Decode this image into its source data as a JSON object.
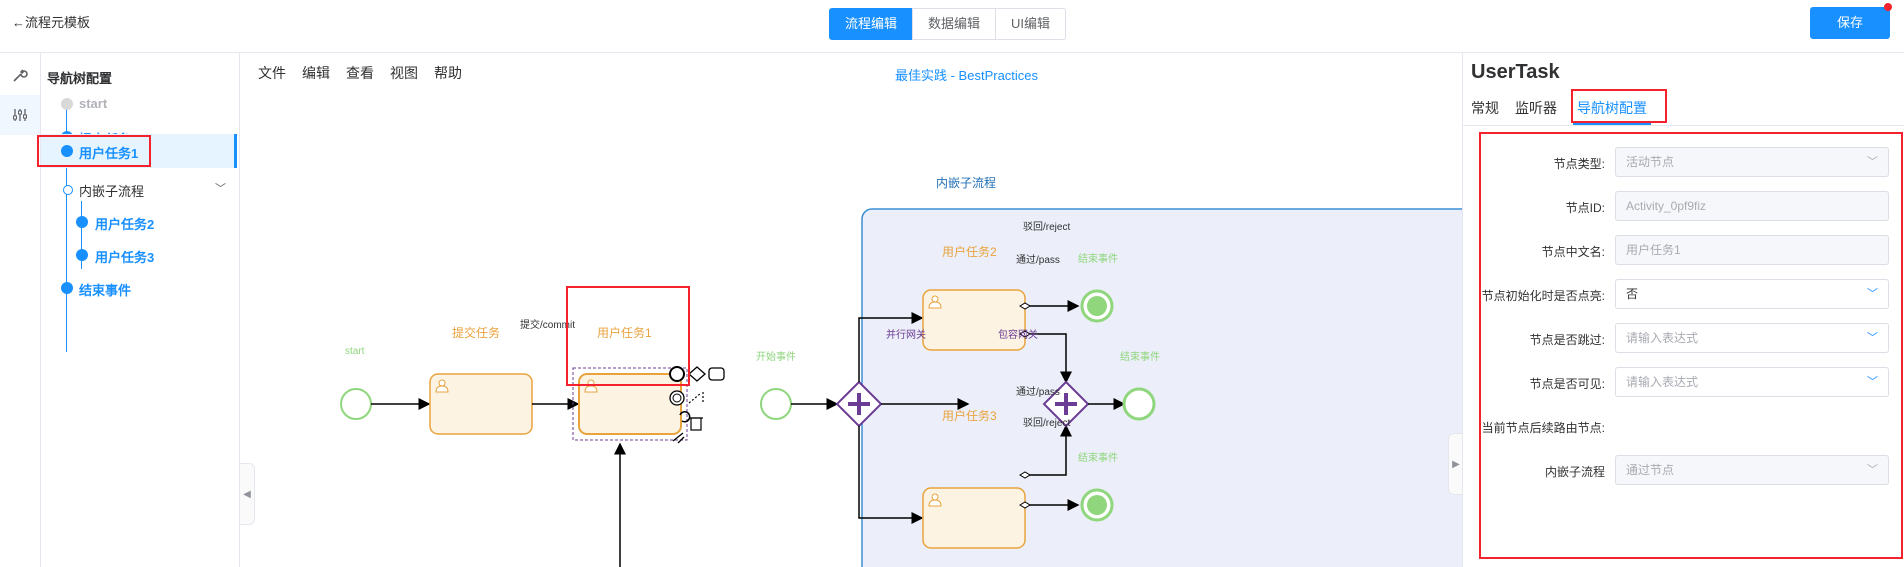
{
  "header": {
    "back_label": "←流程元模板",
    "modes": [
      "流程编辑",
      "数据编辑",
      "UI编辑"
    ],
    "save_label": "保存"
  },
  "tree": {
    "title": "导航树配置",
    "nodes": [
      {
        "label": "start",
        "state": "disabled"
      },
      {
        "label": "提交任务",
        "state": "normal"
      },
      {
        "label": "用户任务1",
        "state": "selected"
      },
      {
        "label": "内嵌子流程",
        "state": "group"
      },
      {
        "label": "用户任务2",
        "state": "child"
      },
      {
        "label": "用户任务3",
        "state": "child"
      },
      {
        "label": "结束事件",
        "state": "normal"
      }
    ]
  },
  "canvas": {
    "menu": [
      "文件",
      "编辑",
      "查看",
      "视图",
      "帮助"
    ],
    "best_practices": "最佳实践 - BestPractices",
    "subprocess_title": "内嵌子流程",
    "labels": {
      "start": "start",
      "submit_task": "提交任务",
      "user_task1": "用户任务1",
      "flow_commit": "提交/commit",
      "start_event": "开始事件",
      "parallel_gw": "并行网关",
      "inclusive_gw": "包容网关",
      "user_task2": "用户任务2",
      "user_task3": "用户任务3",
      "reject1": "驳回/reject",
      "pass1": "通过/pass",
      "pass2": "通过/pass",
      "reject2": "驳回/reject",
      "end1": "结束事件",
      "end2": "结束事件",
      "end3": "结束事件"
    }
  },
  "props": {
    "title": "UserTask",
    "tabs": [
      "常规",
      "监听器",
      "导航树配置"
    ],
    "fields": [
      {
        "label": "节点类型:",
        "value": "活动节点",
        "kind": "select-disabled"
      },
      {
        "label": "节点ID:",
        "value": "Activity_0pf9fiz",
        "kind": "input-disabled"
      },
      {
        "label": "节点中文名:",
        "value": "用户任务1",
        "kind": "input-disabled"
      },
      {
        "label": "节点初始化时是否点亮:",
        "value": "否",
        "kind": "select"
      },
      {
        "label": "节点是否跳过:",
        "value": "请输入表达式",
        "kind": "select-placeholder"
      },
      {
        "label": "节点是否可见:",
        "value": "请输入表达式",
        "kind": "select-placeholder"
      },
      {
        "label": "当前节点后续路由节点:",
        "value": "",
        "kind": "label-only"
      },
      {
        "label": "内嵌子流程",
        "value": "通过节点",
        "kind": "select-disabled"
      }
    ]
  },
  "colors": {
    "accent": "#1890ff",
    "highlight": "#f5222d",
    "task_fill": "#fdf3e3",
    "task_stroke": "#e8a33d",
    "event_green": "#8fd67d",
    "gateway_purple": "#6b3c93",
    "subprocess_fill": "#eceff9"
  }
}
